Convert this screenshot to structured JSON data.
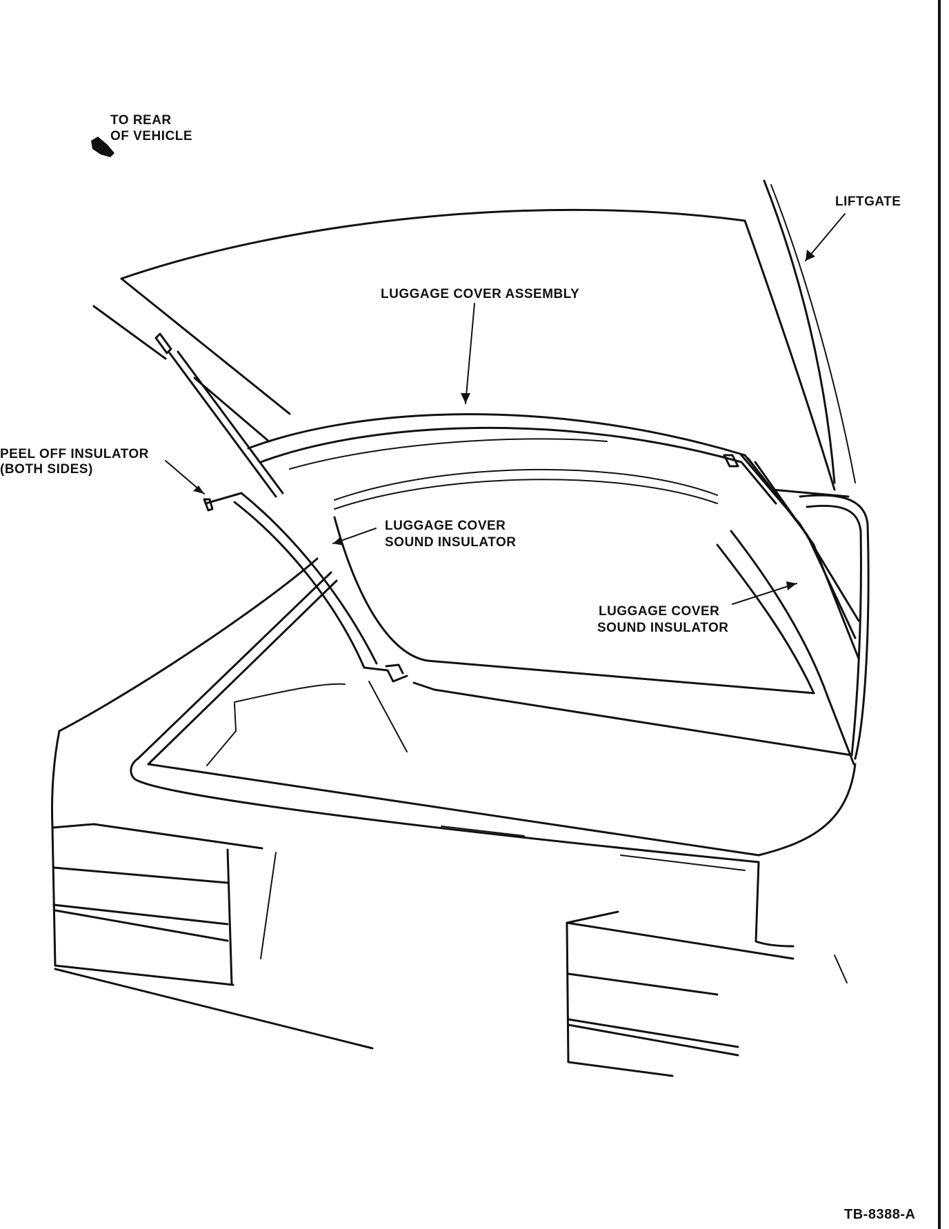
{
  "labels": {
    "to_rear_line1": "TO REAR",
    "to_rear_line2": "OF VEHICLE",
    "liftgate": "LIFTGATE",
    "luggage_cover_assembly": "LUGGAGE COVER ASSEMBLY",
    "peel_off_line1": "PEEL OFF INSULATOR",
    "peel_off_line2": "(BOTH SIDES)",
    "sound_insulator_left_line1": "LUGGAGE COVER",
    "sound_insulator_left_line2": "SOUND INSULATOR",
    "sound_insulator_right_line1": "LUGGAGE COVER",
    "sound_insulator_right_line2": "SOUND INSULATOR",
    "figure_code": "TB-8388-A"
  },
  "colors": {
    "ink": "#111111",
    "paper": "#ffffff"
  }
}
